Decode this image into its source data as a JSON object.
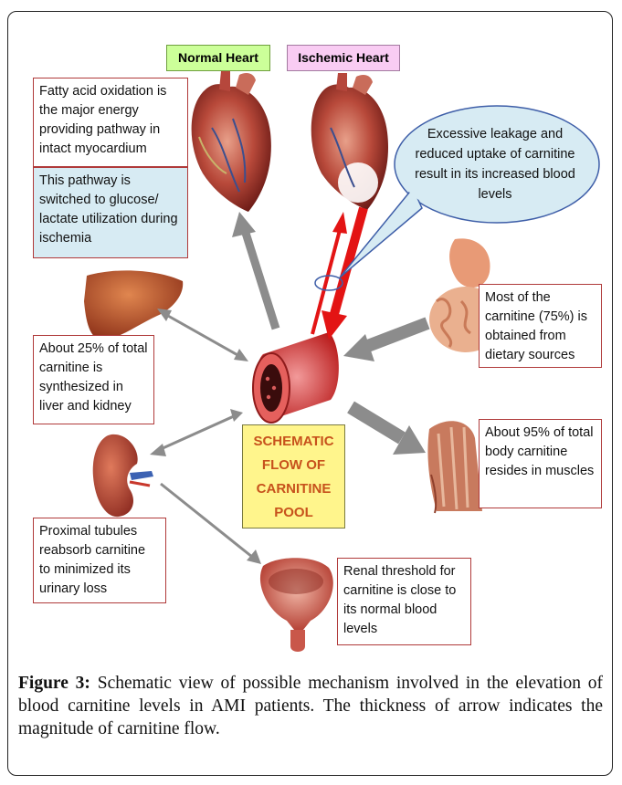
{
  "labels": {
    "normal_heart": "Normal Heart",
    "ischemic_heart": "Ischemic Heart",
    "schematic": [
      "SCHEMATIC",
      "FLOW OF",
      "CARNITINE",
      "POOL"
    ]
  },
  "boxes": {
    "fatty_acid": "Fatty acid oxidation is the major energy providing pathway in intact myocardium",
    "switched": "This pathway is switched to glucose/ lactate utilization during ischemia",
    "callout": "Excessive leakage and reduced uptake of carnitine result in its increased blood levels",
    "dietary": "Most of the carnitine (75%) is obtained from dietary sources",
    "liver": "About 25% of total carnitine is synthesized in liver and kidney",
    "muscle": "About 95% of total body carnitine resides in muscles",
    "proximal": "Proximal tubules reabsorb carnitine to minimized its urinary loss",
    "renal": "Renal threshold for carnitine is close to its normal blood levels"
  },
  "caption": {
    "label": "Figure 3:",
    "text": " Schematic view of possible mechanism involved in the elevation of blood carnitine levels in AMI patients. The thickness of arrow indicates the magnitude of carnitine flow."
  },
  "colors": {
    "box_border": "#b03a3a",
    "blue_box": "#d7ebf3",
    "normal_label": "#ccff99",
    "ischemic_label": "#f9ccf3",
    "schematic_bg": "#fff58c",
    "schematic_text": "#c7521c",
    "grey_arrow": "#8c8c8c",
    "red_arrow": "#e31414"
  }
}
